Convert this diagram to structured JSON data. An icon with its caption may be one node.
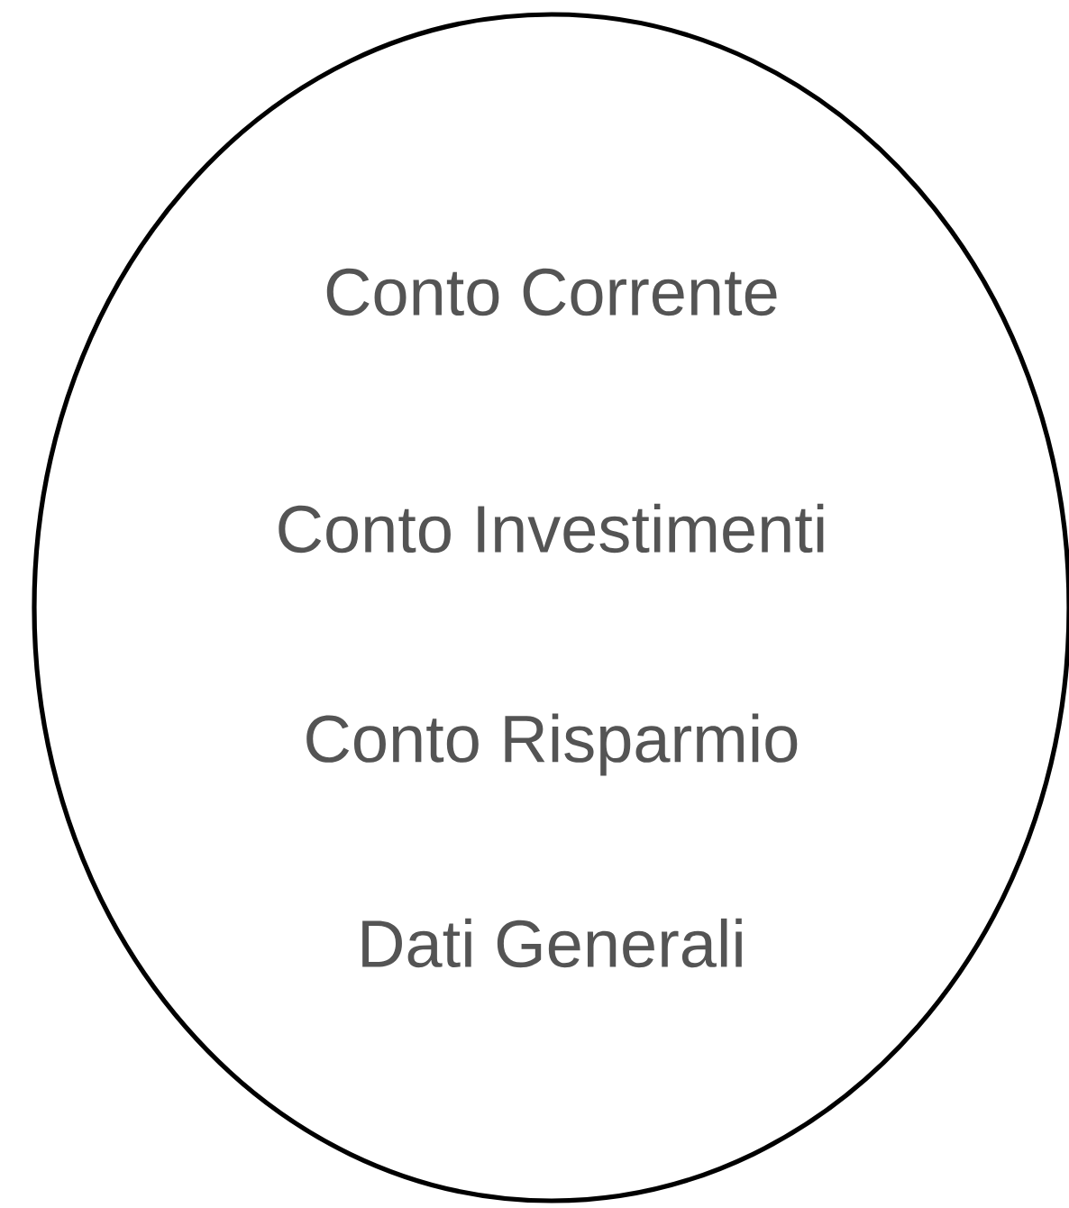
{
  "diagram": {
    "nodes": [
      {
        "text": [
          "Conto Corrente",
          "Conto Investimenti",
          "Conto Risparmio",
          "Dati Generali"
        ]
      }
    ]
  }
}
